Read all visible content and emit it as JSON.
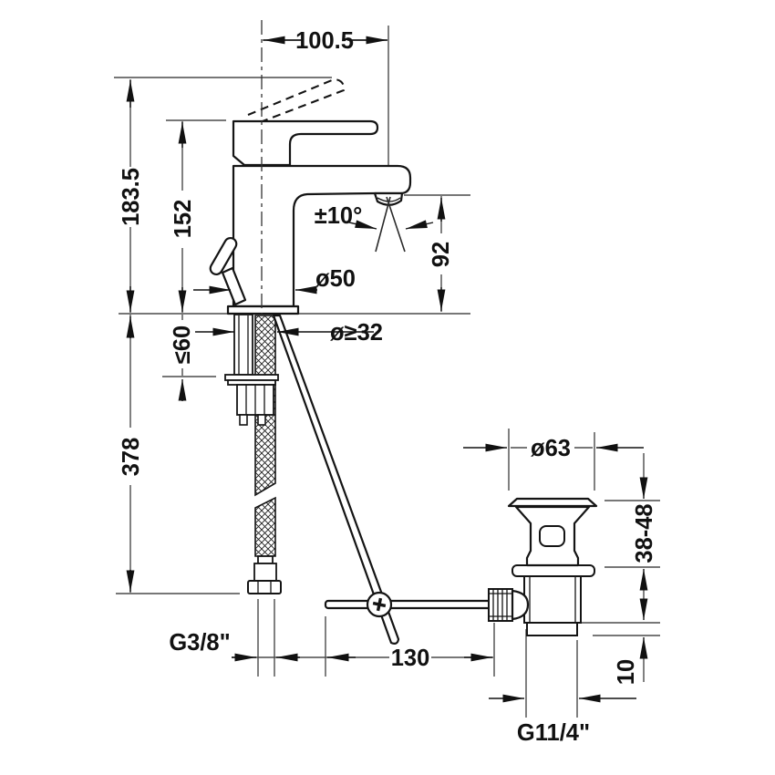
{
  "drawing": {
    "background": "#ffffff",
    "object_line_color": "#141414",
    "dimension_line_color": "#4a4a4a",
    "text_color": "#111111",
    "dimensions": {
      "spout_reach": "100.5",
      "overall_height": "183.5",
      "lever_height": "152",
      "spout_swivel": "±10°",
      "spout_height": "92",
      "base_diameter": "ø50",
      "min_hole_diameter": "ø≥32",
      "max_counter_thickness": "≤60",
      "hose_length": "378",
      "waste_flange_diameter": "ø63",
      "waste_clamp_range": "38-48",
      "supply_connection": "G3/8\"",
      "rod_to_waste_distance": "130",
      "tailpiece_stub": "10",
      "waste_thread": "G11/4\""
    }
  }
}
